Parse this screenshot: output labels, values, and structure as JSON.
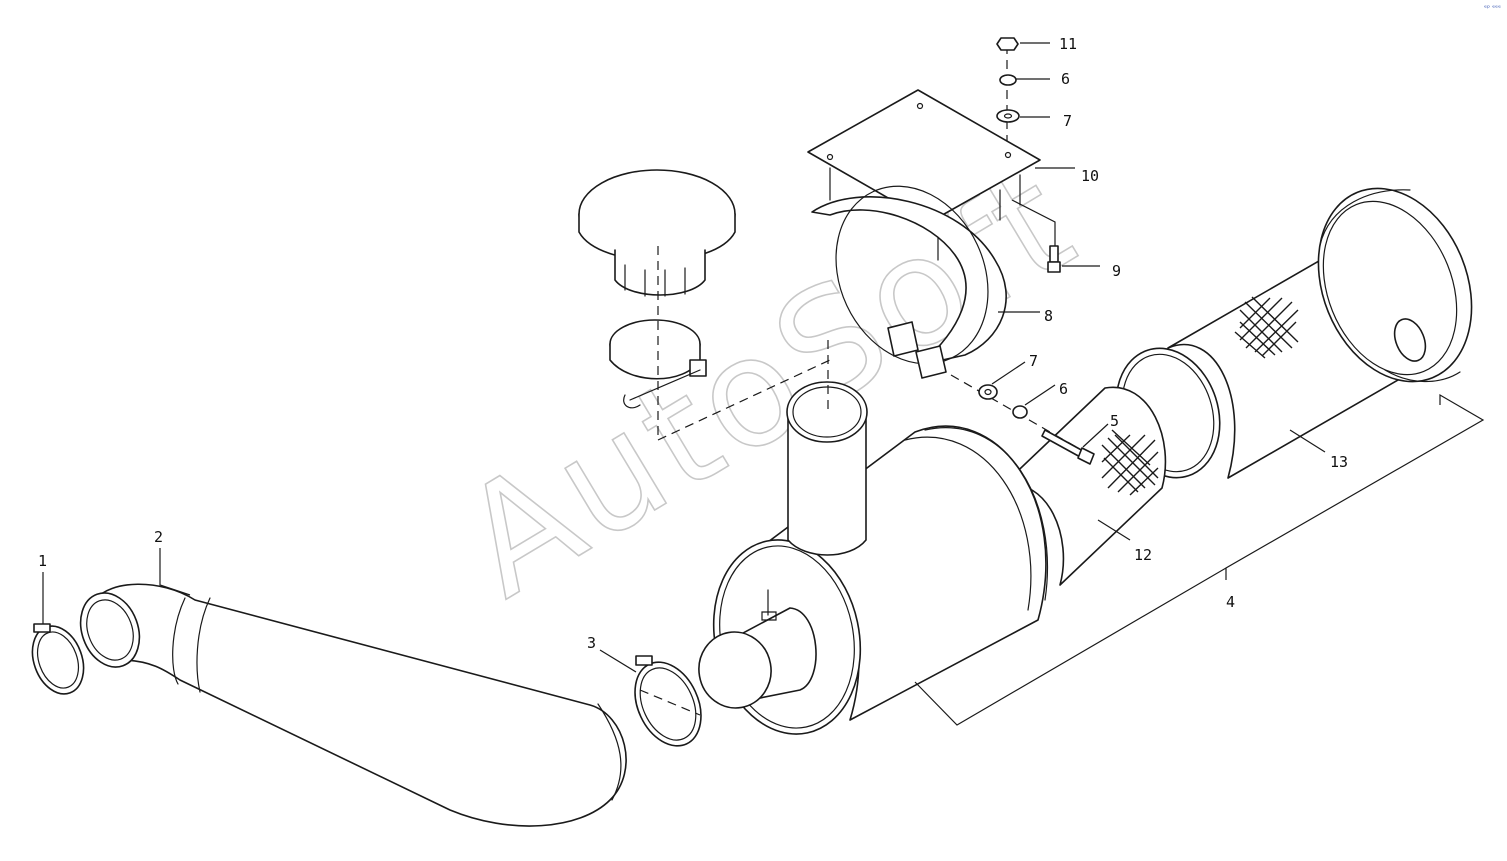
{
  "diagram": {
    "watermark_text": "AutoSoft",
    "corner_mark": "ᵉᵖ ᵉᵉᵉ",
    "callouts": [
      {
        "id": "1",
        "label": "1"
      },
      {
        "id": "2",
        "label": "2"
      },
      {
        "id": "3",
        "label": "3"
      },
      {
        "id": "4",
        "label": "4"
      },
      {
        "id": "5",
        "label": "5"
      },
      {
        "id": "6a",
        "label": "6"
      },
      {
        "id": "6b",
        "label": "6"
      },
      {
        "id": "7a",
        "label": "7"
      },
      {
        "id": "7b",
        "label": "7"
      },
      {
        "id": "8",
        "label": "8"
      },
      {
        "id": "9",
        "label": "9"
      },
      {
        "id": "10",
        "label": "10"
      },
      {
        "id": "11",
        "label": "11"
      },
      {
        "id": "12",
        "label": "12"
      },
      {
        "id": "13",
        "label": "13"
      }
    ],
    "colors": {
      "line": "#1a1a1a",
      "watermark": "#c8c8c8",
      "background": "#ffffff"
    }
  }
}
